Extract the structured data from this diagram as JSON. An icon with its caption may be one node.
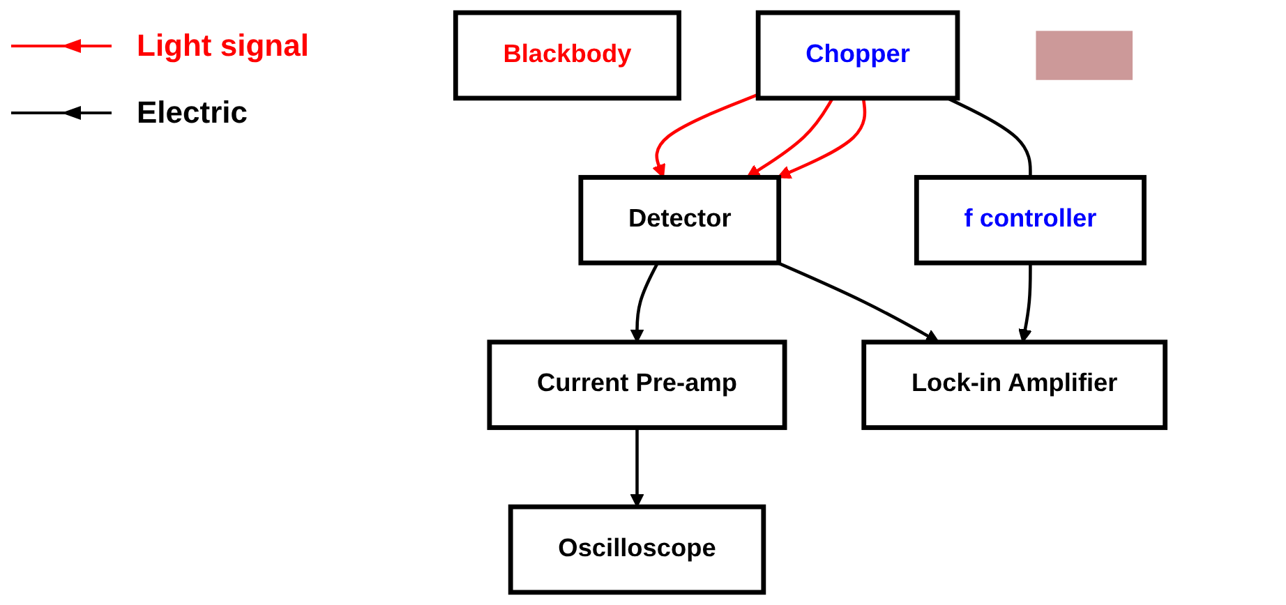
{
  "diagram": {
    "nodes": [
      {
        "text": [
          "Blackbody"
        ]
      },
      {
        "text": [
          "Chopper"
        ]
      },
      {
        "text": [
          "f controller"
        ]
      },
      {
        "text": [],
        "shape": "bar"
      },
      {
        "text": [
          "Current Pre-amp"
        ]
      },
      {
        "text": [
          "Detector"
        ]
      },
      {
        "text": [
          "Oscilloscope"
        ]
      },
      {
        "text": [
          "Lock-in Amplifier"
        ]
      }
    ],
    "edges": [
      {
        "from": 1,
        "to": 2,
        "arrow": "none"
      },
      {
        "from": 1,
        "to": 5,
        "arrow": "to",
        "color": "#ff0000"
      },
      {
        "from": 1,
        "to": 5,
        "arrow": "to",
        "color": "#ff0000"
      },
      {
        "from": 1,
        "to": 5,
        "arrow": "to",
        "color": "#ff0000"
      },
      {
        "from": 5,
        "to": 4,
        "arrow": "to"
      },
      {
        "from": 4,
        "to": 6,
        "arrow": "to"
      },
      {
        "from": 5,
        "to": 7,
        "arrow": "to"
      },
      {
        "from": 2,
        "to": 7,
        "arrow": "to"
      }
    ],
    "legend": [
      {
        "text": "Light signal"
      },
      {
        "text": "Electric"
      }
    ]
  }
}
